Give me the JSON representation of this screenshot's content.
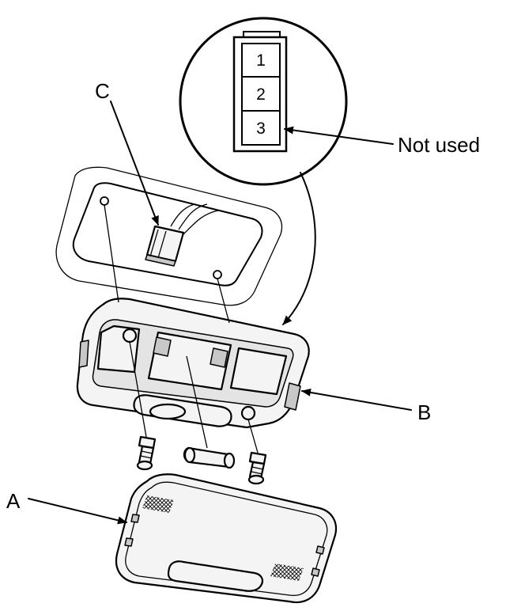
{
  "labels": {
    "a": "A",
    "b": "B",
    "c": "C",
    "not_used": "Not used"
  },
  "connector_pins": [
    "1",
    "2",
    "3"
  ]
}
